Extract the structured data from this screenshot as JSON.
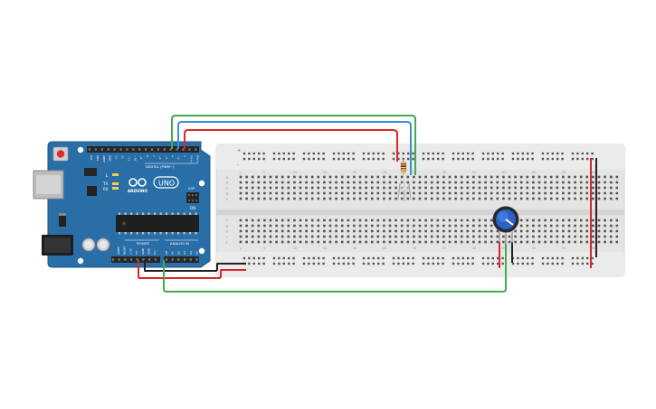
{
  "arduino": {
    "model_badge": "UNO",
    "brand": "ARDUINO",
    "digital_header": "DIGITAL (PWM~)",
    "power_label": "POWER",
    "analog_label": "ANALOG IN",
    "led_labels": [
      "L",
      "TX",
      "RX"
    ],
    "on_label": "ON",
    "icsp_label": "ICSP",
    "top_pin_labels": [
      "SCL",
      "SDA",
      "AREF",
      "GND",
      "13",
      "12",
      "~11",
      "~10",
      "~9",
      "8",
      "7",
      "~6",
      "~5",
      "4",
      "~3",
      "2",
      "TX→1",
      "RX←0"
    ],
    "power_pin_labels": [
      "IOREF",
      "RESET",
      "3.3V",
      "5V",
      "GND",
      "GND",
      "Vin"
    ],
    "analog_pin_labels": [
      "A0",
      "A1",
      "A2",
      "A3",
      "A4",
      "A5"
    ]
  },
  "breadboard": {
    "row_letters_top": [
      "a",
      "b",
      "c",
      "d",
      "e"
    ],
    "row_letters_bottom": [
      "f",
      "g",
      "h",
      "i",
      "j"
    ],
    "column_numbers": [
      "1",
      "5",
      "10",
      "15",
      "20",
      "25",
      "30",
      "35",
      "40",
      "45",
      "50",
      "55",
      "60"
    ]
  },
  "colors": {
    "board": "#2a6ea8",
    "breadboard": "#e4e4e4",
    "wire_green": "#3fae49",
    "wire_blue": "#3a8fd6",
    "wire_red": "#d8262a",
    "wire_black": "#222222",
    "knob": "#2c62c4"
  }
}
